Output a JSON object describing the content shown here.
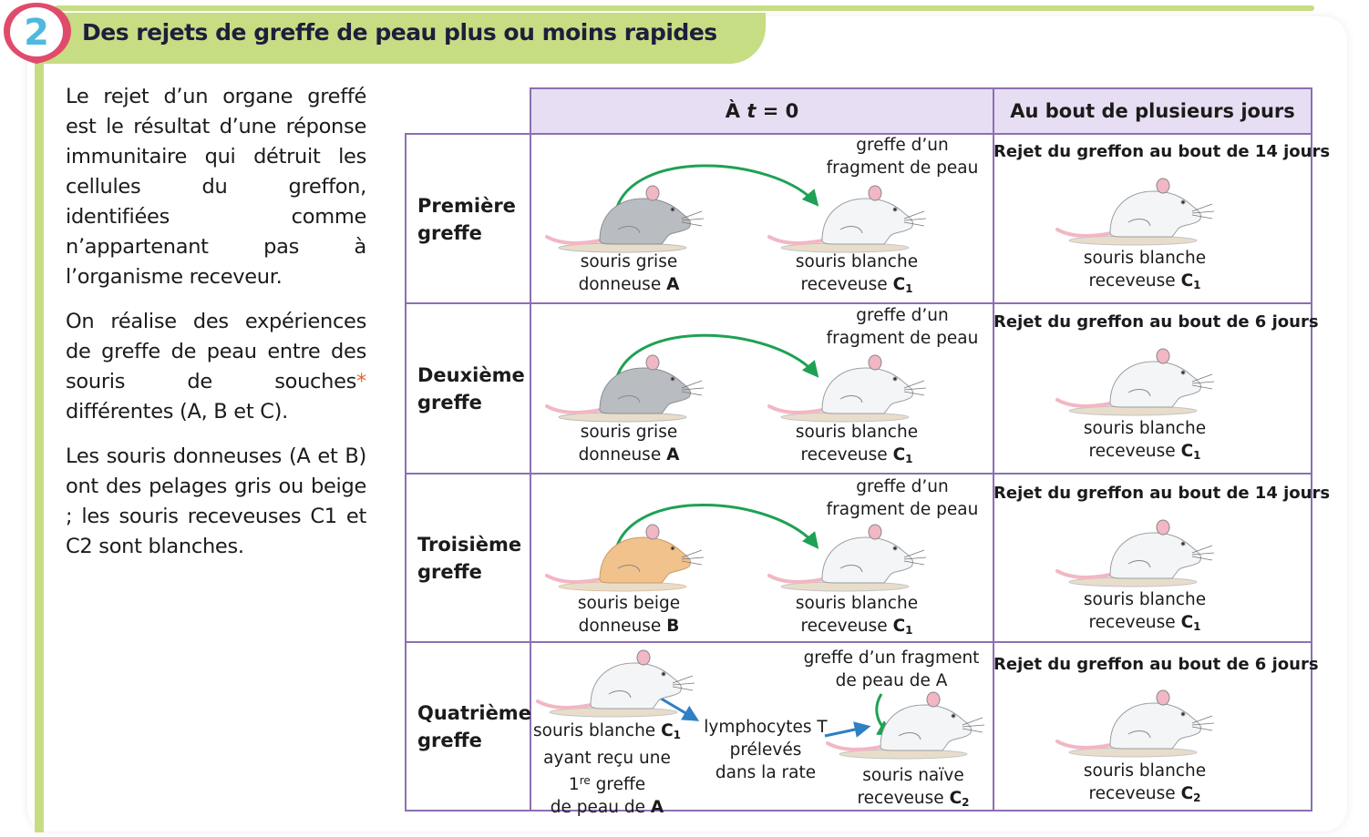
{
  "header": {
    "badge_number": "2",
    "title": "Des rejets de greffe de peau plus ou moins rapides"
  },
  "intro": {
    "p1": "Le rejet d’un organe greffé est le résultat d’une réponse immunitaire qui détruit les cellules du greffon, identifiées comme n’appartenant pas à l’organisme receveur.",
    "p2_a": "On réalise des expériences de greffe de peau entre des souris de souches",
    "p2_star": "*",
    "p2_b": " différentes (A, B et C).",
    "p3": "Les souris donneuses (A et B) ont des pelages gris ou beige ; les souris receveuses C1 et C2 sont blanches."
  },
  "table": {
    "col_t0_prefix": "À ",
    "col_t0_var": "t",
    "col_t0_suffix": " = 0",
    "col_later": "Au bout de plusieurs jours",
    "rows": [
      {
        "label_1": "Première",
        "label_2": "greffe",
        "graft_1": "greffe d’un",
        "graft_2": "fragment de peau",
        "donor_1": "souris grise",
        "donor_2": "donneuse",
        "donor_letter": "A",
        "recipient_1": "souris blanche",
        "recipient_2": "receveuse",
        "recipient_letter": "C",
        "recipient_sub": "1",
        "result": "Rejet du greffon au bout de 14 jours",
        "result_1": "souris blanche",
        "result_2": "receveuse",
        "result_letter": "C",
        "result_sub": "1"
      },
      {
        "label_1": "Deuxième",
        "label_2": "greffe",
        "graft_1": "greffe d’un",
        "graft_2": "fragment de peau",
        "donor_1": "souris grise",
        "donor_2": "donneuse",
        "donor_letter": "A",
        "recipient_1": "souris blanche",
        "recipient_2": "receveuse",
        "recipient_letter": "C",
        "recipient_sub": "1",
        "result": "Rejet du greffon au bout de 6 jours",
        "result_1": "souris blanche",
        "result_2": "receveuse",
        "result_letter": "C",
        "result_sub": "1"
      },
      {
        "label_1": "Troisième",
        "label_2": "greffe",
        "graft_1": "greffe d’un",
        "graft_2": "fragment de peau",
        "donor_1": "souris beige",
        "donor_2": "donneuse",
        "donor_letter": "B",
        "recipient_1": "souris blanche",
        "recipient_2": "receveuse",
        "recipient_letter": "C",
        "recipient_sub": "1",
        "result": "Rejet du greffon au bout de 14 jours",
        "result_1": "souris blanche",
        "result_2": "receveuse",
        "result_letter": "C",
        "result_sub": "1"
      },
      {
        "label_1": "Quatrième",
        "label_2": "greffe",
        "graft_1": "greffe d’un fragment",
        "graft_2": "de peau de A",
        "donor_1": "souris blanche",
        "donor_letter": "C",
        "donor_sub": "1",
        "donor_2": "ayant reçu une",
        "donor_3a": "1",
        "donor_3sup": "re",
        "donor_3b": " greffe",
        "donor_4": "de peau de",
        "donor_4_letter": "A",
        "lymph_1": "lymphocytes T",
        "lymph_2": "prélevés",
        "lymph_3": "dans la rate",
        "recipient_1": "souris naïve",
        "recipient_2": "receveuse",
        "recipient_letter": "C",
        "recipient_sub": "2",
        "result": "Rejet du greffon au bout de 6 jours",
        "result_1": "souris blanche",
        "result_2": "receveuse",
        "result_letter": "C",
        "result_sub": "2"
      }
    ]
  },
  "colors": {
    "header_green": "#c7dd83",
    "table_border": "#8d6fb2",
    "header_cell": "#e8def3",
    "arrow_green": "#1ea154",
    "arrow_blue": "#2f7fc4",
    "badge_pink": "#e04b6c",
    "badge_cyan": "#4fb9dd",
    "asterisk": "#e8672a",
    "mouse_grey": "#b9bdc2",
    "mouse_beige": "#f2c28d",
    "mouse_white": "#f4f5f7",
    "tail_pink": "#f2b7c4"
  }
}
